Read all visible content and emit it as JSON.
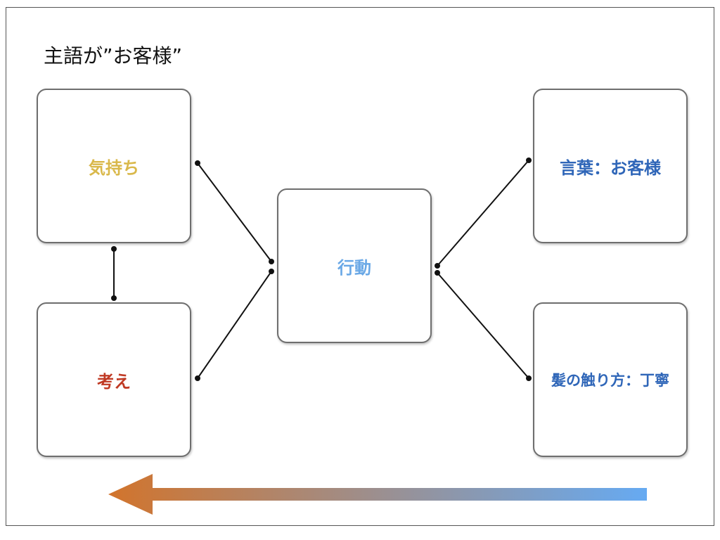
{
  "title": "主語が”お客様”",
  "nodes": {
    "kimochi": {
      "label": "気持ち",
      "color": "#d9b84a"
    },
    "kangae": {
      "label": "考え",
      "color": "#c03a24"
    },
    "kodo": {
      "label": "行動",
      "color": "#6aa8e6"
    },
    "kotoba": {
      "label": "言葉：お客様",
      "color": "#2f66b8"
    },
    "kami": {
      "label": "髪の触り方：丁寧",
      "color": "#2f66b8"
    }
  },
  "arrow": {
    "direction": "right-to-left",
    "color_start": "#d2742c",
    "color_end": "#66aaf2"
  },
  "colors": {
    "connector": "#111111",
    "box_border": "#6e6e6e"
  }
}
